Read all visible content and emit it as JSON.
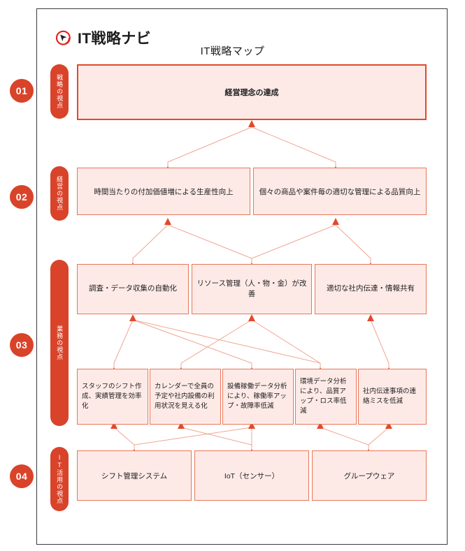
{
  "brand": {
    "logo_icon": "compass-cursor-icon",
    "name": "IT戦略ナビ"
  },
  "map_title": "IT戦略マップ",
  "accent_color": "#d9432a",
  "box_fill_color": "#fdeae6",
  "box_border_color": "#e8765a",
  "levels": [
    {
      "number": "01",
      "pill_label": "戦略の視点",
      "boxes": [
        {
          "text": "経営理念の達成"
        }
      ]
    },
    {
      "number": "02",
      "pill_label": "経営の視点",
      "boxes": [
        {
          "text": "時間当たりの付加価値増による生産性向上"
        },
        {
          "text": "個々の商品や案件毎の適切な管理による品質向上"
        }
      ]
    },
    {
      "number": "03",
      "pill_label": "業務の視点",
      "boxes_upper": [
        {
          "text": "調査・データ収集の自動化"
        },
        {
          "text": "リソース管理（人・物・金）が改善"
        },
        {
          "text": "適切な社内伝達・情報共有"
        }
      ],
      "boxes_lower": [
        {
          "text": "スタッフのシフト作成、実績管理を効率化"
        },
        {
          "text": "カレンダーで全員の予定や社内設備の利用状況を見える化"
        },
        {
          "text": "設備稼働データ分析により、稼働率アップ・故障率低減"
        },
        {
          "text": "環境データ分析により、品質アップ・ロス率低減"
        },
        {
          "text": "社内伝達事項の連絡ミスを低減"
        }
      ]
    },
    {
      "number": "04",
      "pill_label": "IT活用の視点",
      "boxes": [
        {
          "text": "シフト管理システム"
        },
        {
          "text": "IoT（センサー）"
        },
        {
          "text": "グループウェア"
        }
      ]
    }
  ]
}
